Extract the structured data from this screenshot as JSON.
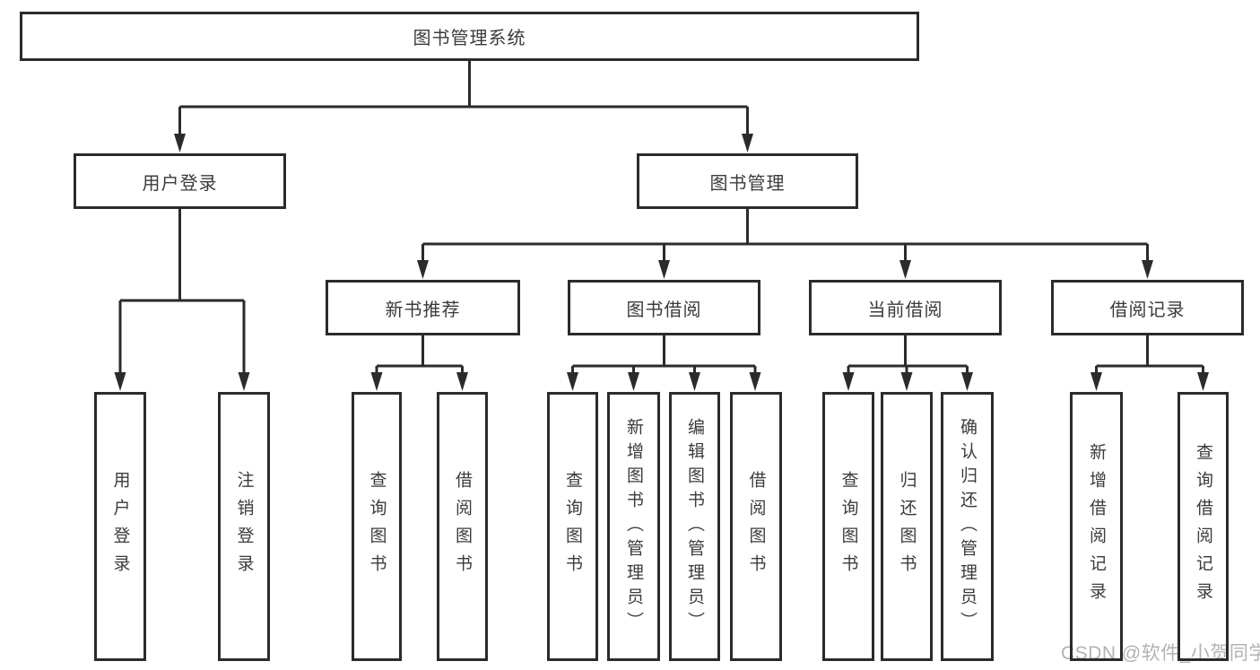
{
  "tree": {
    "root": {
      "label": "图书管理系统"
    },
    "branches": [
      {
        "label": "用户登录",
        "children": [
          {
            "label": "用户登录"
          },
          {
            "label": "注销登录"
          }
        ]
      },
      {
        "label": "图书管理",
        "children": [
          {
            "label": "新书推荐",
            "children": [
              {
                "label": "查询图书"
              },
              {
                "label": "借阅图书"
              }
            ]
          },
          {
            "label": "图书借阅",
            "children": [
              {
                "label": "查询图书"
              },
              {
                "label": "新增图书（管理员）"
              },
              {
                "label": "编辑图书（管理员）"
              },
              {
                "label": "借阅图书"
              }
            ]
          },
          {
            "label": "当前借阅",
            "children": [
              {
                "label": "查询图书"
              },
              {
                "label": "归还图书"
              },
              {
                "label": "确认归还（管理员）"
              }
            ]
          },
          {
            "label": "借阅记录",
            "children": [
              {
                "label": "新增借阅记录"
              },
              {
                "label": "查询借阅记录"
              }
            ]
          }
        ]
      }
    ]
  },
  "watermark": {
    "text": "CSDN @软件_小贺同学"
  },
  "colors": {
    "line": "#2b2b2b",
    "text": "#3b3b3e",
    "background": "#ffffff",
    "watermark": "#b2b2b2"
  }
}
